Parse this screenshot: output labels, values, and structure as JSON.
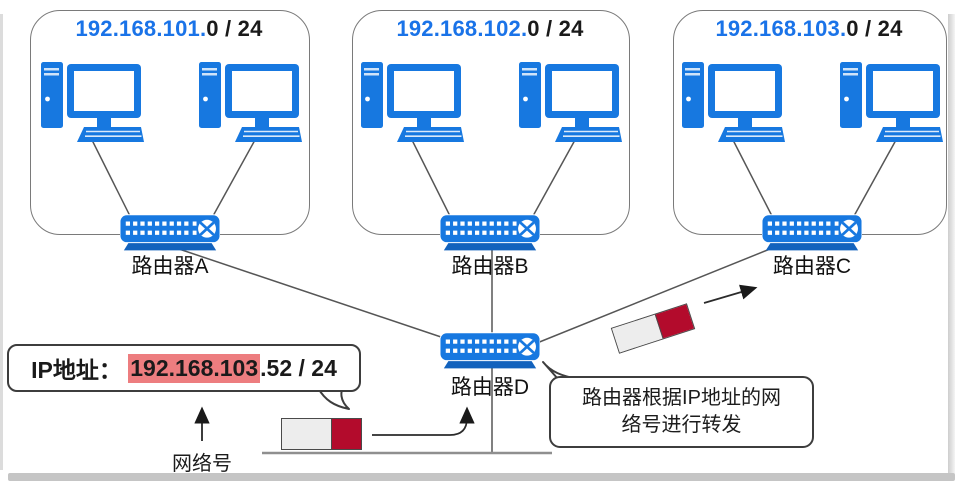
{
  "subnets": [
    {
      "cidr_network": "192.168.101.",
      "cidr_host": "0 / 24",
      "router_label": "路由器A"
    },
    {
      "cidr_network": "192.168.102.",
      "cidr_host": "0 / 24",
      "router_label": "路由器B"
    },
    {
      "cidr_network": "192.168.103.",
      "cidr_host": "0 / 24",
      "router_label": "路由器C"
    }
  ],
  "central_router": {
    "label": "路由器D"
  },
  "ip_callout": {
    "prefix": "IP地址： ",
    "highlighted_network": "192.168.103",
    "host_part": ".52 / 24"
  },
  "network_number_caption": "网络号",
  "forwarding_note": {
    "line1": "路由器根据IP地址的网",
    "line2": "络号进行转发"
  },
  "icons": {
    "computer": "desktop-computer-icon",
    "router": "router-icon",
    "packet": "ip-packet-icon"
  },
  "colors": {
    "device_blue": "#1778e0",
    "router_base_blue": "#1262bd",
    "ip_text_blue": "#1a73e8",
    "packet_red": "#b30b2c",
    "network_highlight": "#ed7d7f",
    "line_gray": "#565656",
    "box_border_gray": "#7a7a7a"
  }
}
